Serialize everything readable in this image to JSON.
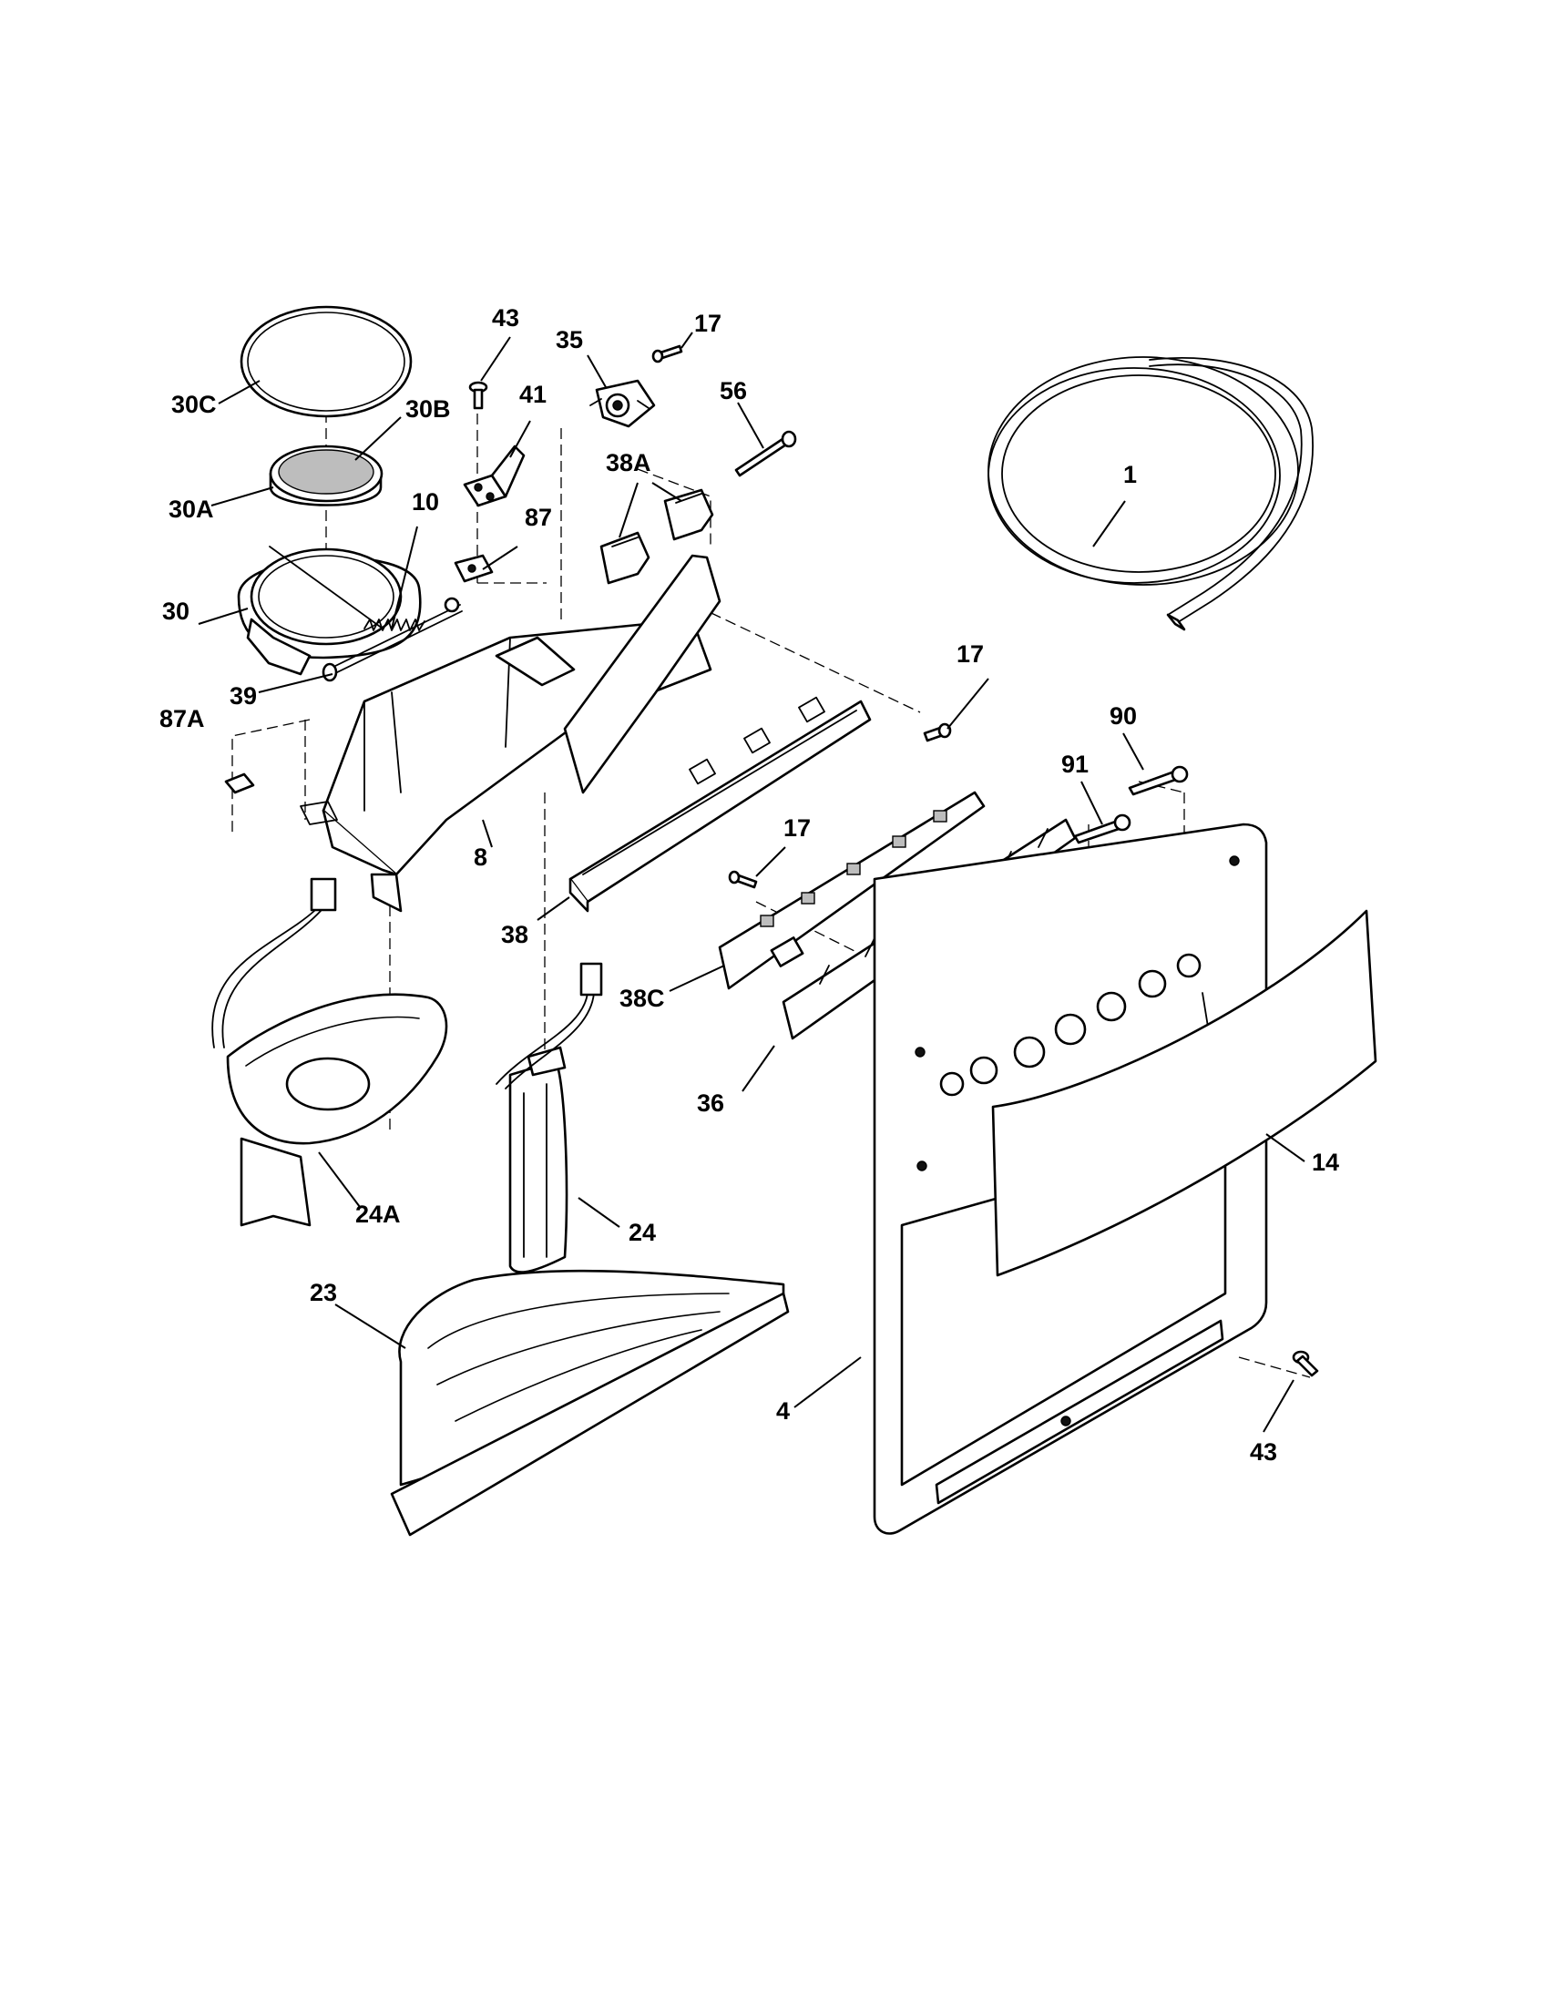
{
  "callouts": {
    "c1": "1",
    "c4": "4",
    "c8": "8",
    "c10": "10",
    "c14": "14",
    "c17a": "17",
    "c17b": "17",
    "c17c": "17",
    "c23": "23",
    "c24": "24",
    "c24a": "24A",
    "c30": "30",
    "c30a": "30A",
    "c30b": "30B",
    "c30c": "30C",
    "c35": "35",
    "c36": "36",
    "c38": "38",
    "c38a": "38A",
    "c38c": "38C",
    "c39": "39",
    "c41": "41",
    "c43a": "43",
    "c43b": "43",
    "c56": "56",
    "c87": "87",
    "c87a": "87A",
    "c90": "90",
    "c91": "91"
  }
}
